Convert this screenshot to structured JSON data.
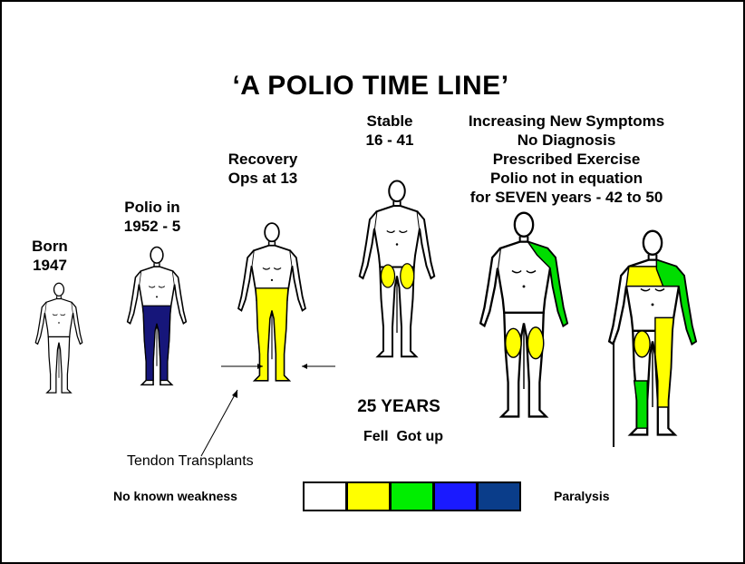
{
  "title": "‘A POLIO TIME LINE’",
  "stages": {
    "born": [
      "Born",
      "1947"
    ],
    "polio": [
      "Polio in",
      "1952 - 5"
    ],
    "recovery": [
      "Recovery",
      "Ops at 13"
    ],
    "stable": [
      "Stable",
      "16 - 41"
    ],
    "new_symptoms": [
      "Increasing New Symptoms",
      "No Diagnosis",
      "Prescribed Exercise",
      "Polio not in equation",
      "for SEVEN years - 42 to 50"
    ]
  },
  "notes": {
    "years": "25 YEARS",
    "fell": "Fell  Got up",
    "tendon": "Tendon Transplants"
  },
  "legend": {
    "left_label": "No known weakness",
    "right_label": "Paralysis",
    "colors": [
      "#ffffff",
      "#ffff00",
      "#00ee00",
      "#1a1aff",
      "#0a3d8a"
    ]
  },
  "figure_colors": {
    "polio_legs": "#16167a",
    "recovery_legs": "#ffff00",
    "stable_knees": "#ffff00",
    "fig5_arm": "#00dd00",
    "fig5_knees": "#ffff00",
    "fig6_green": "#00dd00",
    "fig6_yellow": "#ffff00"
  }
}
